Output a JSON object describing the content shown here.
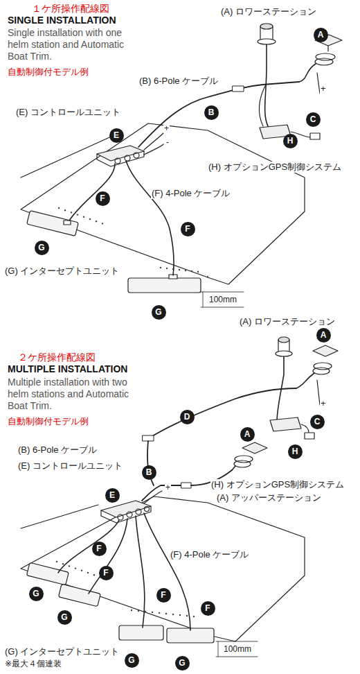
{
  "diagram": {
    "nodes": [
      {
        "text": [
          "A"
        ]
      },
      {
        "text": [
          "B"
        ]
      },
      {
        "text": [
          "E"
        ]
      },
      {
        "text": [
          "C"
        ]
      },
      {
        "text": [
          "H"
        ]
      },
      {
        "text": [
          "F"
        ]
      },
      {
        "text": [
          "F"
        ]
      },
      {
        "text": [
          "G"
        ]
      },
      {
        "text": [
          "G"
        ]
      },
      {
        "text": [
          "A"
        ]
      },
      {
        "text": [
          "D"
        ]
      },
      {
        "text": [
          "C"
        ]
      },
      {
        "text": [
          "A"
        ]
      },
      {
        "text": [
          "H"
        ]
      },
      {
        "text": [
          "B"
        ]
      },
      {
        "text": [
          "E"
        ]
      },
      {
        "text": [
          "F"
        ]
      },
      {
        "text": [
          "F"
        ]
      },
      {
        "text": [
          "F"
        ]
      },
      {
        "text": [
          "F"
        ]
      },
      {
        "text": [
          "G"
        ]
      },
      {
        "text": [
          "G"
        ]
      },
      {
        "text": [
          "G"
        ]
      },
      {
        "text": [
          "G"
        ]
      }
    ],
    "labels": [
      "１ケ所操作配線図",
      "SINGLE INSTALLATION",
      "Single installation with one helm station and Automatic Boat Trim.",
      "自動制御付モデル例",
      "(A) ロワーステーション",
      "+",
      "(B) 6-Pole ケーブル",
      "(E) コントロールユニット",
      "+",
      "-",
      "(H) オプションGPS制御システム",
      "(F) 4-Pole ケーブル",
      "(G) インターセプトユニット",
      "100mm",
      "(A) ロワーステーション",
      "２ケ所操作配線図",
      "MULTIPLE INSTALLATION",
      "Multiple installation with two helm stations and Automatic Boat Trim.",
      "自動制御付モデル例",
      "+",
      "(B) 6-Pole ケーブル",
      "(E) コントロールユニット",
      "(H) オプションGPS制御システム",
      "(A) アッパーステーション",
      "+",
      "(F) 4-Pole ケーブル",
      "(G) インターセプトユニット",
      "※最大４個連装",
      "100mm"
    ]
  }
}
